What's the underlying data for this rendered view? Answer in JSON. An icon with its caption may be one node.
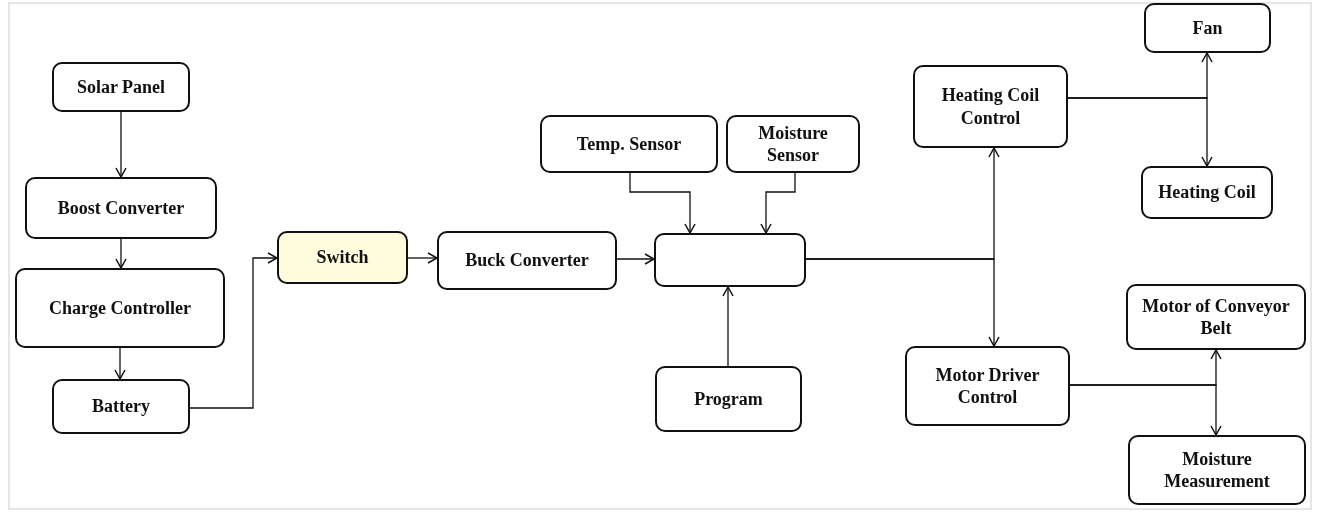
{
  "diagram": {
    "nodes": [
      {
        "text": [
          "Solar Panel"
        ]
      },
      {
        "text": [
          "Boost Converter"
        ]
      },
      {
        "text": [
          "Charge Controller"
        ]
      },
      {
        "text": [
          "Battery"
        ]
      },
      {
        "text": [
          "Switch"
        ]
      },
      {
        "text": [
          "Buck Converter"
        ]
      },
      {
        "text": [],
        "shape": "box"
      },
      {
        "text": [
          "Temp. Sensor"
        ]
      },
      {
        "text": [
          "Moisture Sensor"
        ]
      },
      {
        "text": [
          "Program"
        ]
      },
      {
        "text": [
          "Heating Coil Control"
        ]
      },
      {
        "text": [
          "Fan"
        ]
      },
      {
        "text": [
          "Heating Coil"
        ]
      },
      {
        "text": [
          "Motor Driver Control"
        ]
      },
      {
        "text": [
          "Motor of Conveyor Belt"
        ]
      },
      {
        "text": [
          "Moisture Measurement"
        ]
      }
    ],
    "edges": [
      {
        "from": 0,
        "to": 1,
        "arrow": "to"
      },
      {
        "from": 1,
        "to": 2,
        "arrow": "to"
      },
      {
        "from": 2,
        "to": 3,
        "arrow": "to"
      },
      {
        "from": 3,
        "to": 4,
        "arrow": "to"
      },
      {
        "from": 4,
        "to": 5,
        "arrow": "to"
      },
      {
        "from": 5,
        "to": 6,
        "arrow": "to"
      },
      {
        "from": 7,
        "to": 6,
        "arrow": "to"
      },
      {
        "from": 8,
        "to": 6,
        "arrow": "to"
      },
      {
        "from": 9,
        "to": 6,
        "arrow": "to"
      },
      {
        "from": 6,
        "to": 10,
        "arrow": "to"
      },
      {
        "from": 6,
        "to": 13,
        "arrow": "to"
      },
      {
        "from": 10,
        "to": 11,
        "arrow": "to"
      },
      {
        "from": 10,
        "to": 12,
        "arrow": "to"
      },
      {
        "from": 13,
        "to": 14,
        "arrow": "to"
      },
      {
        "from": 13,
        "to": 15,
        "arrow": "to"
      }
    ]
  }
}
